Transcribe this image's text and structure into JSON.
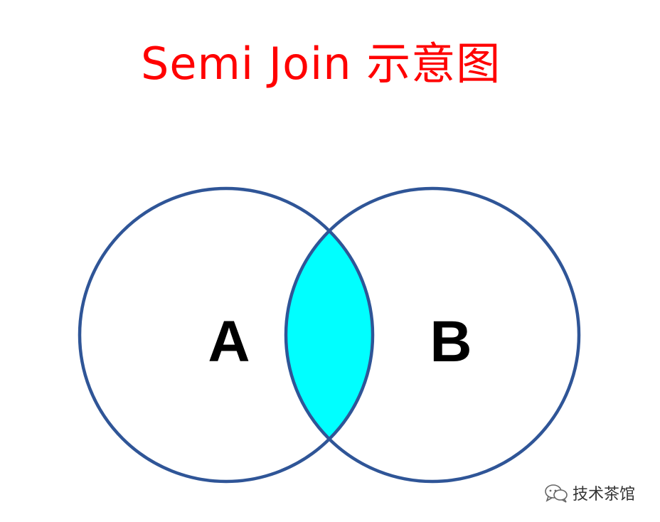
{
  "title": {
    "text": "Semi Join 示意图",
    "color": "#ff0000"
  },
  "venn": {
    "sets": [
      {
        "label": "A"
      },
      {
        "label": "B"
      }
    ],
    "intersection_highlighted": true,
    "outline_color": "#2f5597",
    "fill_color": "#00ffff",
    "label_color": "#000000"
  },
  "watermark": {
    "icon": "wechat-icon",
    "text": "技术茶馆",
    "color": "#333333"
  }
}
